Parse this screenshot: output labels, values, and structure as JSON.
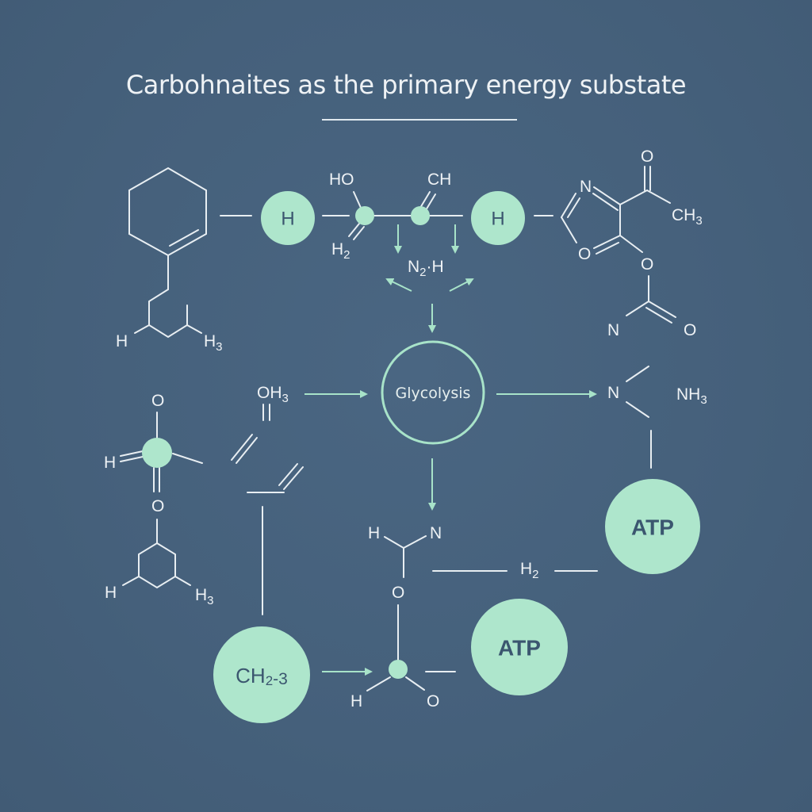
{
  "title": "Carbohnaites as the primary energy substate",
  "colors": {
    "background": "#45607b",
    "accent_mint": "#aee6cc",
    "line": "#e8eef2",
    "node_text": "#3b566f"
  },
  "molecules": {
    "top_left": {
      "label_h": "H",
      "label_h3": "H",
      "label_h3_sub": "3"
    },
    "top_center": {
      "ho": "HO",
      "h2": "H",
      "h2_sub": "2",
      "ch": "CH",
      "n2h_n": "N",
      "n2h_sub": "2",
      "n2h_rest": "·H"
    },
    "top_right": {
      "o_top": "O",
      "ch3": "CH",
      "ch3_sub": "3",
      "n_ring": "N",
      "o_ring": "O",
      "o_ester": "O",
      "n_amide": "N",
      "o_amide": "O"
    },
    "mid_left": {
      "o_top": "O",
      "h": "H",
      "o_bottom": "O",
      "h_bottom": "H",
      "h3_bottom": "H",
      "h3_sub": "3"
    },
    "mid_center": {
      "oh3": "OH",
      "oh3_sub": "3"
    },
    "mid_right": {
      "n": "N",
      "nh3": "NH",
      "nh3_sub": "3"
    },
    "bottom_center": {
      "h": "H",
      "n": "N",
      "o_mid": "O",
      "h_bottom": "H",
      "o_bottom": "O",
      "h2": "H",
      "h2_sub": "2"
    }
  },
  "nodes": {
    "h_left": "H",
    "h_right": "H",
    "glycolysis": "Glycolysis",
    "atp_right": "ATP",
    "atp_bottom": "ATP",
    "ch2_main": "CH",
    "ch2_sub": "2",
    "ch2_suffix": "-3"
  }
}
